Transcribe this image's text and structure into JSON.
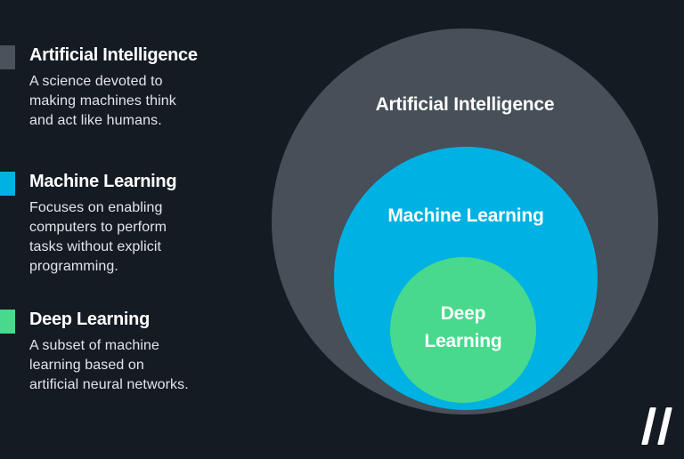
{
  "colors": {
    "background": "#141b23",
    "title_text": "#ffffff",
    "body_text": "#e3e6e9",
    "ai_gray": "#474f58",
    "ml_blue": "#00b1e3",
    "dl_green": "#48d98c",
    "legend_ai_swatch": "#4a525c",
    "logo": "#ffffff"
  },
  "legend": {
    "items": [
      {
        "title": "Artificial Intelligence",
        "color": "#4a525c",
        "lines": [
          "A science devoted to",
          "making machines think",
          "and act like humans."
        ]
      },
      {
        "title": "Machine Learning",
        "color": "#00b1e3",
        "lines": [
          "Focuses on enabling",
          "computers to perform",
          "tasks without explicit",
          "programming."
        ]
      },
      {
        "title": "Deep Learning",
        "color": "#48d98c",
        "lines": [
          "A subset of machine",
          "learning based on",
          "artificial neural networks."
        ]
      }
    ]
  },
  "diagram": {
    "type": "nested-euler-diagram",
    "circles": [
      {
        "label": "Artificial Intelligence",
        "color": "#474f58"
      },
      {
        "label": "Machine Learning",
        "color": "#00b1e3"
      },
      {
        "label": "Deep Learning",
        "color": "#48d98c",
        "lines": [
          "Deep",
          "Learning"
        ]
      }
    ]
  },
  "logo": {
    "glyph": "//"
  }
}
